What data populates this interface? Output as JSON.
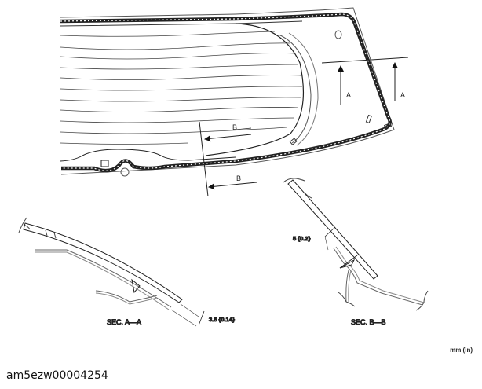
{
  "figure": {
    "id_label": "am5ezw00004254",
    "units_label": "mm (in)",
    "colors": {
      "line": "#222222",
      "light_line": "#888888",
      "background": "#ffffff"
    }
  },
  "main_view": {
    "description": "Rear window glass with defroster lines and molding",
    "section_markers": {
      "a_left": "A",
      "a_right": "A",
      "b_upper": "B",
      "b_lower": "B"
    }
  },
  "section_a": {
    "title": "SEC. A—A",
    "dimension": "3.5 {0.14}"
  },
  "section_b": {
    "title": "SEC. B—B",
    "dimension": "5 {0.2}"
  }
}
